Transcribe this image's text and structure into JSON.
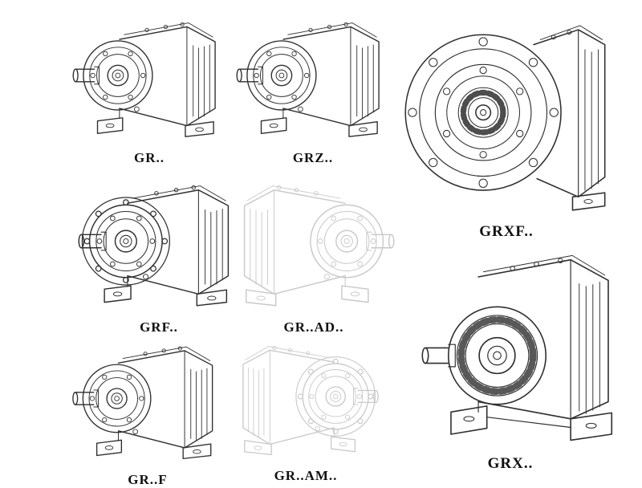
{
  "page": {
    "background": "#ffffff",
    "line_color_dark": "#2e2e2e",
    "line_color_light": "#c9c9c9",
    "label_color": "#101010"
  },
  "products": [
    {
      "id": "gr",
      "label": "GR..",
      "tone": "dark",
      "drawing": "helical-gearbox-foot-mounted"
    },
    {
      "id": "grz",
      "label": "GRZ..",
      "tone": "dark",
      "drawing": "helical-gearbox-foot-mounted"
    },
    {
      "id": "grxf",
      "label": "GRXF..",
      "tone": "dark",
      "drawing": "helical-gearbox-flange-front-view"
    },
    {
      "id": "grf",
      "label": "GRF..",
      "tone": "dark",
      "drawing": "helical-gearbox-flange-mounted"
    },
    {
      "id": "grad",
      "label": "GR..AD..",
      "tone": "light",
      "drawing": "helical-gearbox-input-adapter"
    },
    {
      "id": "gr-f",
      "label": "GR..F",
      "tone": "dark",
      "drawing": "helical-gearbox-foot-mounted"
    },
    {
      "id": "gram",
      "label": "GR..AM..",
      "tone": "light",
      "drawing": "helical-gearbox-motor-adapter"
    },
    {
      "id": "grx",
      "label": "GRX..",
      "tone": "dark",
      "drawing": "helical-gearbox-large-foot-mounted"
    }
  ]
}
